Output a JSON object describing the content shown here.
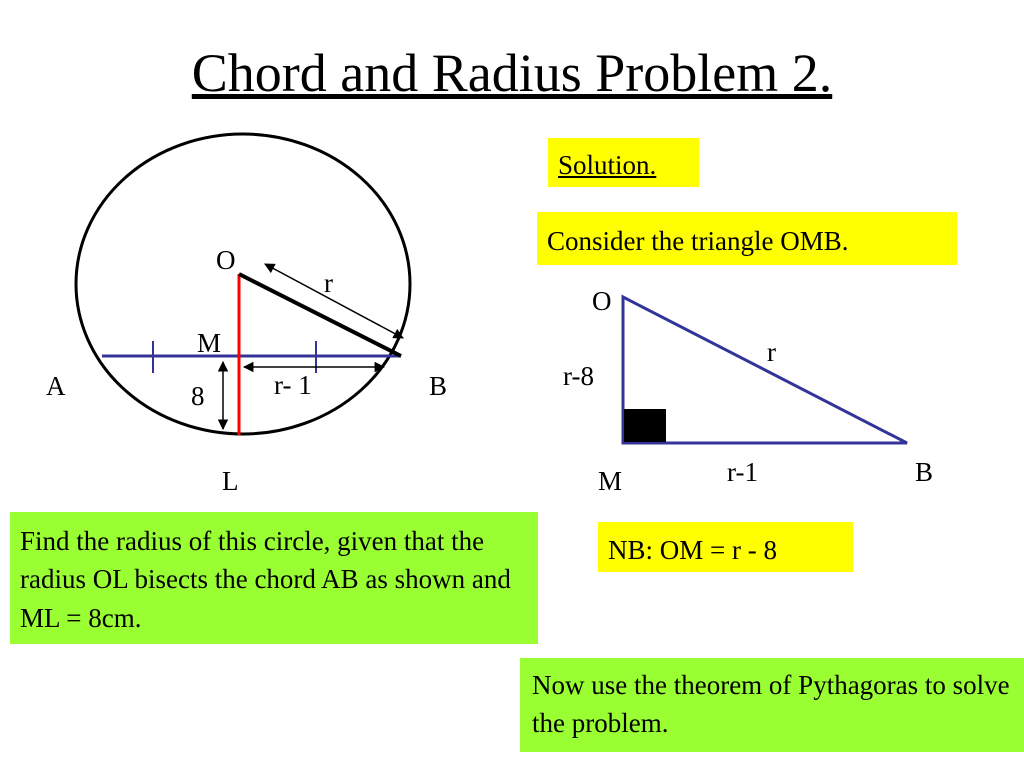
{
  "title": "Chord and Radius Problem 2.",
  "solution": "Solution.",
  "consider": "Consider the triangle OMB.",
  "nb": "NB: OM = r - 8",
  "problem": "Find the radius of this circle, given that the radius OL bisects the chord AB as shown and ML = 8cm.",
  "pythagoras": "Now use the theorem of Pythagoras to solve the problem.",
  "circle_diagram": {
    "labels": {
      "O": "O",
      "M": "M",
      "A": "A",
      "B": "B",
      "L": "L",
      "r": "r",
      "eight": "8",
      "r_minus_1": "r- 1"
    },
    "colors": {
      "chord": "#333399",
      "radius_ol": "#ff0000",
      "radius_ob": "#000000"
    }
  },
  "triangle_diagram": {
    "labels": {
      "O": "O",
      "M": "M",
      "B": "B",
      "r": "r",
      "r_minus_8": "r-8",
      "r_minus_1": "r-1"
    },
    "colors": {
      "edge": "#333399",
      "right_angle": "#000000"
    }
  }
}
